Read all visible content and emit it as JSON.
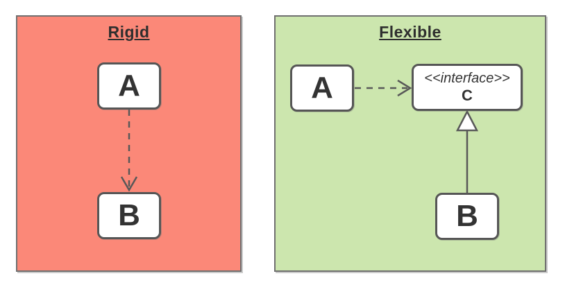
{
  "diagram": {
    "kind": "uml-dependency-comparison",
    "panels": {
      "rigid": {
        "title": "Rigid",
        "bg_color": "#fb8878",
        "border_color": "#6f6f6f",
        "nodes": {
          "a": {
            "label": "A"
          },
          "b": {
            "label": "B"
          }
        },
        "edges": [
          {
            "type": "dependency",
            "style": "dashed-open-arrow",
            "from": "A",
            "to": "B"
          }
        ]
      },
      "flexible": {
        "title": "Flexible",
        "bg_color": "#cce6ae",
        "border_color": "#6f6f6f",
        "nodes": {
          "a": {
            "label": "A"
          },
          "c": {
            "stereotype": "<<interface>>",
            "name": "C"
          },
          "b": {
            "label": "B"
          }
        },
        "edges": [
          {
            "type": "dependency",
            "style": "dashed-open-arrow",
            "from": "A",
            "to": "C"
          },
          {
            "type": "realization",
            "style": "solid-hollow-triangle",
            "from": "B",
            "to": "C"
          }
        ]
      }
    },
    "shared_colors": {
      "node_fill": "#ffffff",
      "node_border": "#565656",
      "edge_stroke": "#585858",
      "text": "#333333"
    }
  }
}
